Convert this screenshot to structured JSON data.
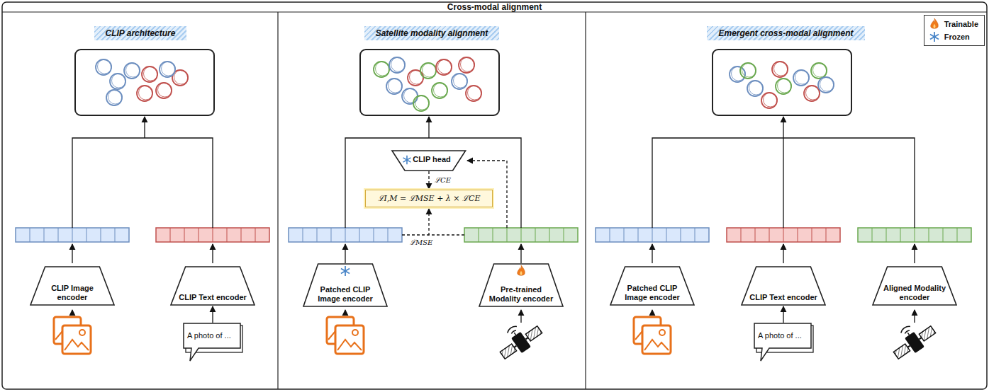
{
  "diagram": {
    "title": "Cross-modal alignment",
    "nodes": [
      {
        "text": [
          "CLIP architecture"
        ]
      },
      {
        "text": [
          "CLIP Image encoder"
        ],
        "in": 0
      },
      {
        "text": [
          "CLIP Text encoder"
        ],
        "in": 0
      },
      {
        "text": [
          "A photo of ..."
        ],
        "in": 0
      },
      {
        "text": [
          "Satellite modality alignment"
        ]
      },
      {
        "text": [
          "CLIP head"
        ],
        "in": 4
      },
      {
        "text": [
          "ℒI,M = ℒMSE + λ × ℒCE"
        ],
        "in": 4
      },
      {
        "text": [
          "Patched CLIP Image encoder"
        ],
        "in": 4
      },
      {
        "text": [
          "Pre-trained Modality encoder"
        ],
        "in": 4
      },
      {
        "text": [
          "Emergent cross-modal alignment"
        ]
      },
      {
        "text": [
          "Patched CLIP Image encoder"
        ],
        "in": 9
      },
      {
        "text": [
          "CLIP Text encoder"
        ],
        "in": 9
      },
      {
        "text": [
          "Aligned Modality encoder"
        ],
        "in": 9
      },
      {
        "text": [
          "A photo of ..."
        ],
        "in": 9
      }
    ],
    "edges": [
      {
        "from": 3,
        "to": 2,
        "arrow": "to"
      },
      {
        "from": 5,
        "to": 6,
        "arrow": "to",
        "label": "ℒCE"
      },
      {
        "from": 13,
        "to": 11,
        "arrow": "to"
      }
    ],
    "labels": [
      "ℒMSE"
    ],
    "legend": [
      {
        "text": "Trainable"
      },
      {
        "text": "Frozen"
      }
    ]
  }
}
